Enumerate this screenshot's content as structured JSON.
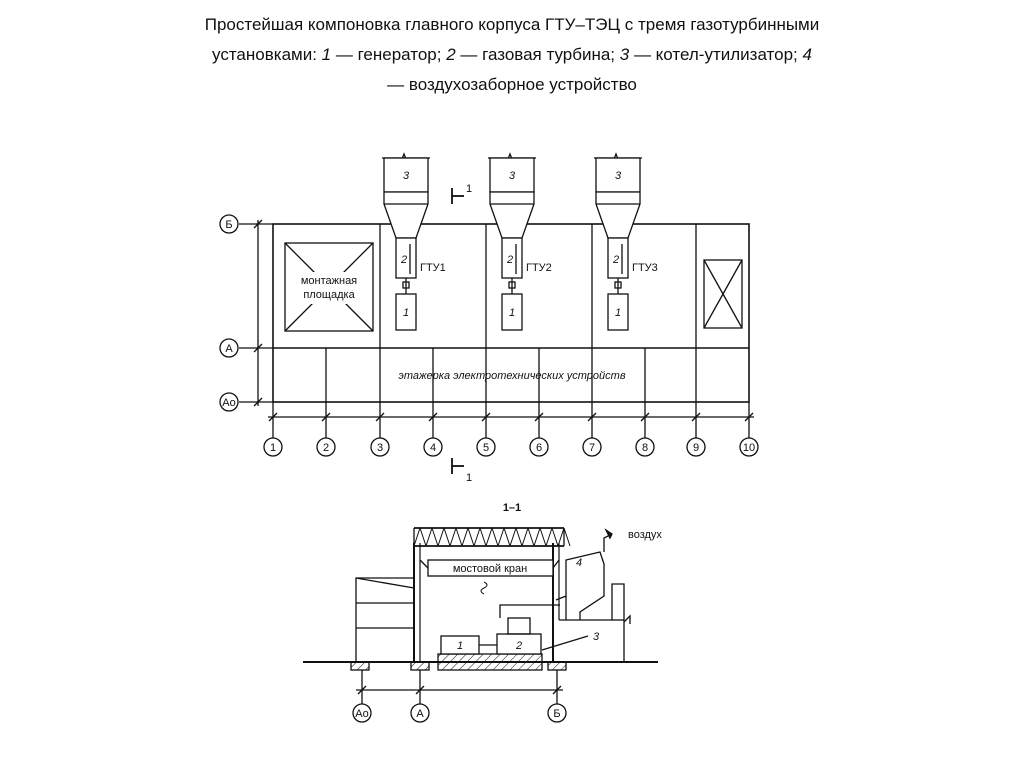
{
  "caption": {
    "line1": "Простейшая компоновка главного корпуса ГТУ–ТЭЦ с тремя газотурбинными",
    "part_a": "установками: ",
    "n1": "1",
    "t1": " — генератор; ",
    "n2": "2",
    "t2": " — газовая турбина; ",
    "n3": "3",
    "t3": " — котел-утилизатор; ",
    "n4": "4",
    "t4": " — воздухозаборное устройство"
  },
  "plan": {
    "rows": [
      "Б",
      "А",
      "Ао"
    ],
    "columns": [
      "1",
      "2",
      "3",
      "4",
      "5",
      "6",
      "7",
      "8",
      "9",
      "10"
    ],
    "montage_line1": "монтажная",
    "montage_line2": "площадка",
    "gtu": [
      "ГТУ1",
      "ГТУ2",
      "ГТУ3"
    ],
    "unit_labels": {
      "boiler": "3",
      "turbine": "2",
      "generator": "1"
    },
    "etazherka": "этажерка электротехнических устройств",
    "section_mark": "1"
  },
  "section": {
    "title": "1–1",
    "crane": "мостовой кран",
    "air": "воздух",
    "labels": {
      "gen": "1",
      "turb": "2",
      "boiler": "3",
      "intake": "4"
    },
    "axes": [
      "Ао",
      "А",
      "Б"
    ]
  }
}
